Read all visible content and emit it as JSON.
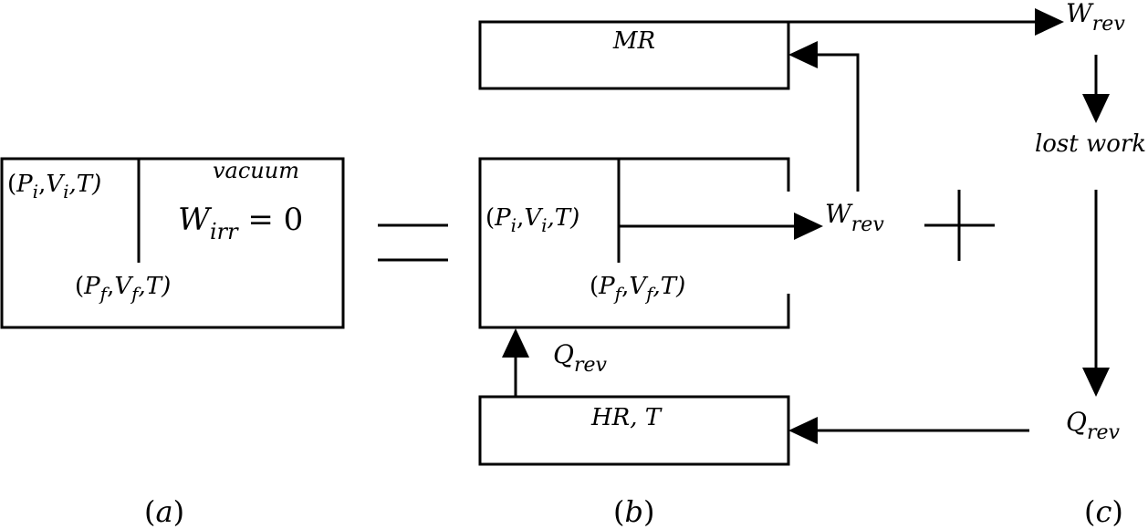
{
  "panel_a": {
    "initial": {
      "open": "(",
      "p": "P",
      "p_sub": "i",
      "v": "V",
      "v_sub": "i",
      "rest": ",T)"
    },
    "final": {
      "open": "(",
      "p": "P",
      "p_sub": "f",
      "v": "V",
      "v_sub": "f",
      "rest": ",T)"
    },
    "vacuum": "vacuum",
    "work": {
      "sym": "W",
      "sub": "irr",
      "eq": " = 0"
    },
    "caption": {
      "open": "(",
      "letter": "a",
      "close": ")"
    }
  },
  "equals_sign": "=",
  "panel_b": {
    "mr_label": "MR",
    "hr_label": "HR, T",
    "initial": {
      "open": "(",
      "p": "P",
      "p_sub": "i",
      "v": "V",
      "v_sub": "i",
      "rest": ",T)"
    },
    "final": {
      "open": "(",
      "p": "P",
      "p_sub": "f",
      "v": "V",
      "v_sub": "f",
      "rest": ",T)"
    },
    "w_rev": {
      "sym": "W",
      "sub": "rev"
    },
    "q_rev": {
      "sym": "Q",
      "sub": "rev"
    },
    "caption": {
      "open": "(",
      "letter": "b",
      "close": ")"
    }
  },
  "plus_sign": "+",
  "panel_c": {
    "w_rev": {
      "sym": "W",
      "sub": "rev"
    },
    "lost_work": "lost work",
    "q_rev": {
      "sym": "Q",
      "sub": "rev"
    },
    "caption": {
      "open": "(",
      "letter": "c",
      "close": ")"
    }
  }
}
